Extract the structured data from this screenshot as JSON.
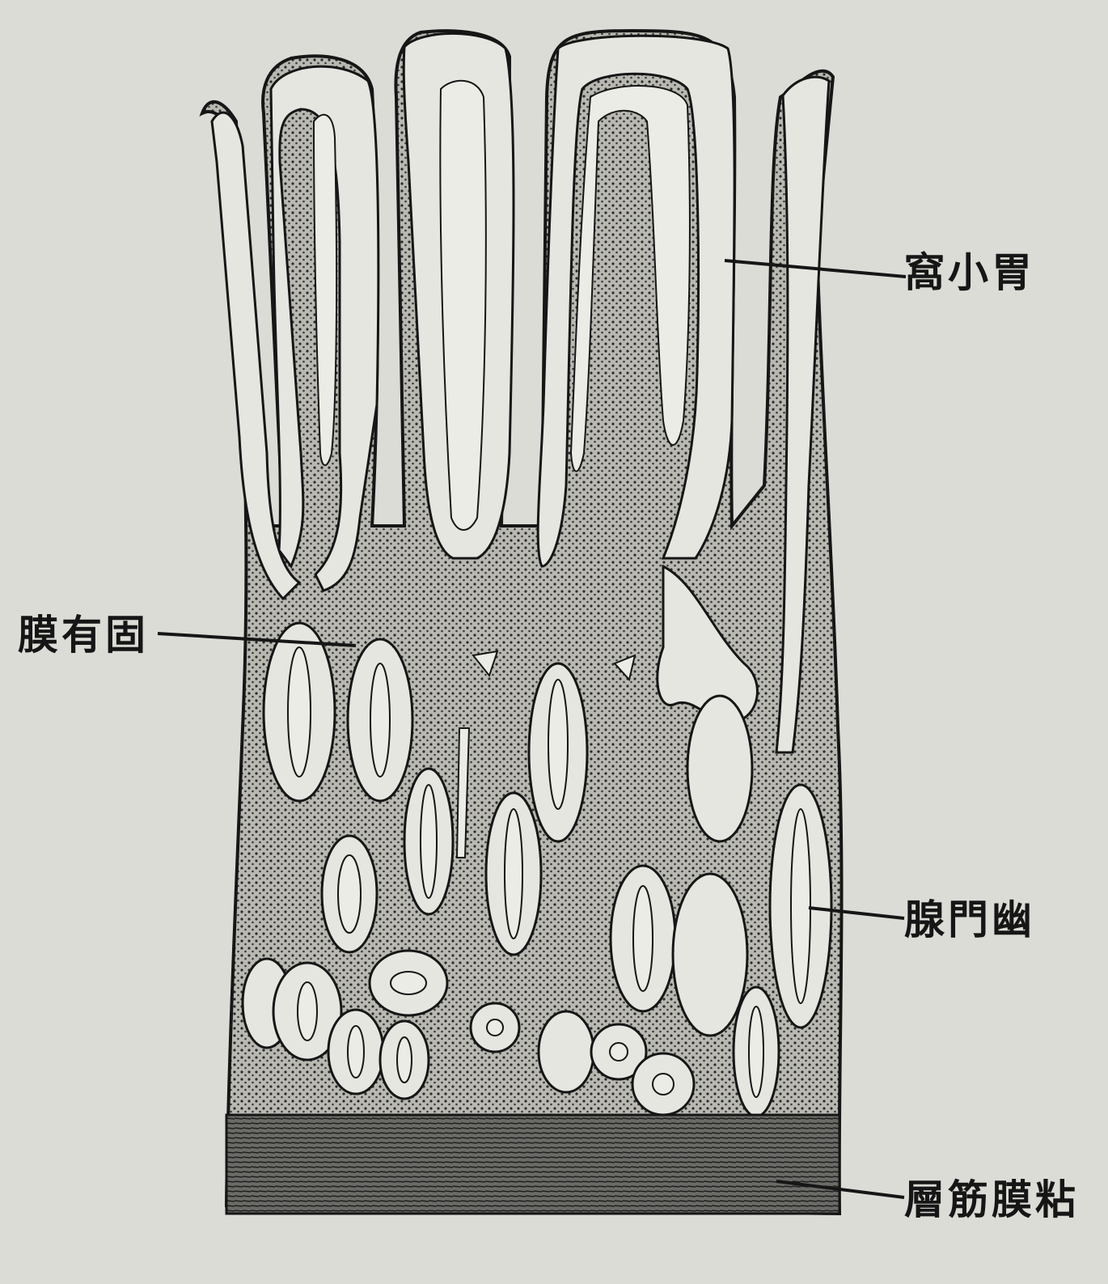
{
  "figure": {
    "labels": {
      "gastric_pit": "窩小胃",
      "lamina_propria": "膜有固",
      "pyloric_glands": "腺門幽",
      "muscularis_mucosae": "層筋膜粘"
    },
    "colors": {
      "paper": "#dcdcd6",
      "ink": "#161616",
      "stroma": "#b9b9b2",
      "lumen": "#ecece6",
      "epithelium": "#e6e6e0"
    }
  }
}
